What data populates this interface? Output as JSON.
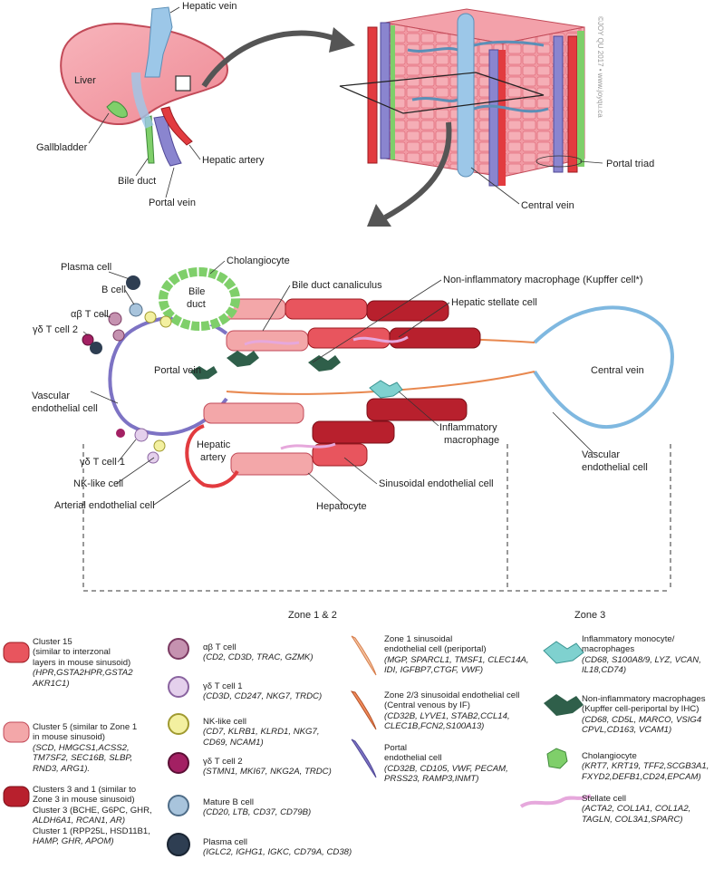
{
  "top_labels": {
    "hepatic_vein": "Hepatic vein",
    "liver": "Liver",
    "gallbladder": "Gallbladder",
    "bile_duct": "Bile duct",
    "hepatic_artery": "Hepatic artery",
    "portal_vein": "Portal vein",
    "portal_triad": "Portal triad",
    "central_vein": "Central vein",
    "credit": "©JOY QU 2017 • www.joyqu.ca"
  },
  "middle_labels": {
    "plasma_cell": "Plasma cell",
    "cholangiocyte": "Cholangiocyte",
    "b_cell": "B cell",
    "bile": "Bile",
    "duct": "duct",
    "ab_t_cell": "αβ T cell",
    "gd_t_cell_2": "γδ T cell 2",
    "bile_duct_canaliculus": "Bile duct canaliculus",
    "non_inflammatory_macrophage": "Non-inflammatory macrophage (Kupffer cell*)",
    "hepatic_stellate_cell": "Hepatic stellate cell",
    "portal_vein": "Portal vein",
    "central_vein": "Central vein",
    "vascular_endothelial_cell_left_1": "Vascular",
    "vascular_endothelial_cell_left_2": "endothelial cell",
    "inflammatory_macrophage_1": "Inflammatory",
    "inflammatory_macrophage_2": "macrophage",
    "vascular_endothelial_cell_right_1": "Vascular",
    "vascular_endothelial_cell_right_2": "endothelial cell",
    "hepatic": "Hepatic",
    "artery": "artery",
    "gd_t_cell_1": "γδ T cell 1",
    "nk_like_cell": "NK-like cell",
    "arterial_endothelial_cell": "Arterial endothelial cell",
    "sinusoidal_endothelial_cell": "Sinusoidal endothelial cell",
    "hepatocyte": "Hepatocyte",
    "zone_1_2": "Zone 1 & 2",
    "zone_3": "Zone 3"
  },
  "legend": {
    "col1": [
      {
        "lines": [
          "Cluster 15",
          "(similar to interzonal",
          "layers in mouse sinusoid)",
          "(HPR,GSTA2HPR,GSTA2",
          "AKR1C1)"
        ]
      },
      {
        "lines": [
          "Cluster 5 (similar to Zone 1",
          "in mouse sinusoid)",
          "(SCD, HMGCS1,ACSS2,",
          "TM7SF2, SEC16B, SLBP,",
          "RND3, ARG1)."
        ]
      },
      {
        "lines": [
          "Clusters 3 and 1 (similar to",
          "Zone 3 in mouse sinusoid)",
          "Cluster 3 (BCHE, G6PC, GHR,",
          "ALDH6A1, RCAN1, AR)",
          "Cluster 1 (RPP25L, HSD11B1,",
          "HAMP, GHR, APOM)"
        ]
      }
    ],
    "col2": [
      {
        "lines": [
          "αβ T cell",
          "(CD2, CD3D, TRAC, GZMK)"
        ]
      },
      {
        "lines": [
          "γδ T cell 1",
          "(CD3D, CD247, NKG7, TRDC)"
        ]
      },
      {
        "lines": [
          "NK-like cell",
          "(CD7, KLRB1, KLRD1, NKG7,",
          "CD69, NCAM1)"
        ]
      },
      {
        "lines": [
          "γδ T cell 2",
          "(STMN1, MKI67, NKG2A, TRDC)"
        ]
      },
      {
        "lines": [
          "Mature B cell",
          "(CD20, LTB, CD37, CD79B)"
        ]
      },
      {
        "lines": [
          "Plasma cell",
          "(IGLC2, IGHG1, IGKC, CD79A, CD38)"
        ]
      }
    ],
    "col3": [
      {
        "lines": [
          "Zone 1 sinusoidal",
          "endothelial cell (periportal)",
          "(MGP, SPARCL1, TMSF1, CLEC14A,",
          "IDI, IGFBP7,CTGF, VWF)"
        ]
      },
      {
        "lines": [
          "Zone 2/3 sinusoidal endothelial cell",
          "(Central venous by IF)",
          "(CD32B, LYVE1, STAB2,CCL14,",
          "CLEC1B,FCN2,S100A13)"
        ]
      },
      {
        "lines": [
          "Portal",
          "endothelial cell",
          "(CD32B, CD105, VWF, PECAM,",
          "PRSS23, RAMP3,INMT)"
        ]
      }
    ],
    "col4": [
      {
        "lines": [
          "Inflammatory monocyte/",
          "macrophages",
          "(CD68, S100A8/9, LYZ, VCAN,",
          "IL18,CD74)"
        ]
      },
      {
        "lines": [
          "Non-inflammatory macrophages",
          "(Kupffer cell-periportal by IHC)",
          "(CD68, CD5L, MARCO, VSIG4",
          "CPVL,CD163, VCAM1)"
        ]
      },
      {
        "lines": [
          "Cholangiocyte",
          "(KRT7, KRT19, TFF2,SCGB3A1,",
          "FXYD2,DEFB1,CD24,EPCAM)"
        ]
      },
      {
        "lines": [
          "Stellate cell",
          "(ACTA2, COL1A1, COL1A2,",
          "TAGLN, COL3A1,SPARC)"
        ]
      }
    ]
  },
  "colors": {
    "hepatocyte_light": "#f3a7a9",
    "hepatocyte_mid": "#e8555e",
    "hepatocyte_dark": "#b8202d",
    "portal_endothelial": "#7d73c4",
    "central_vein": "#7fb8e0",
    "bile_duct": "#7fcf6a",
    "artery": "#e23b3f",
    "stellate": "#e6a8dc",
    "kupffer": "#2f5f4a",
    "inflammatory": "#7fd1cf",
    "liver_fill": "#f4a0a8"
  }
}
